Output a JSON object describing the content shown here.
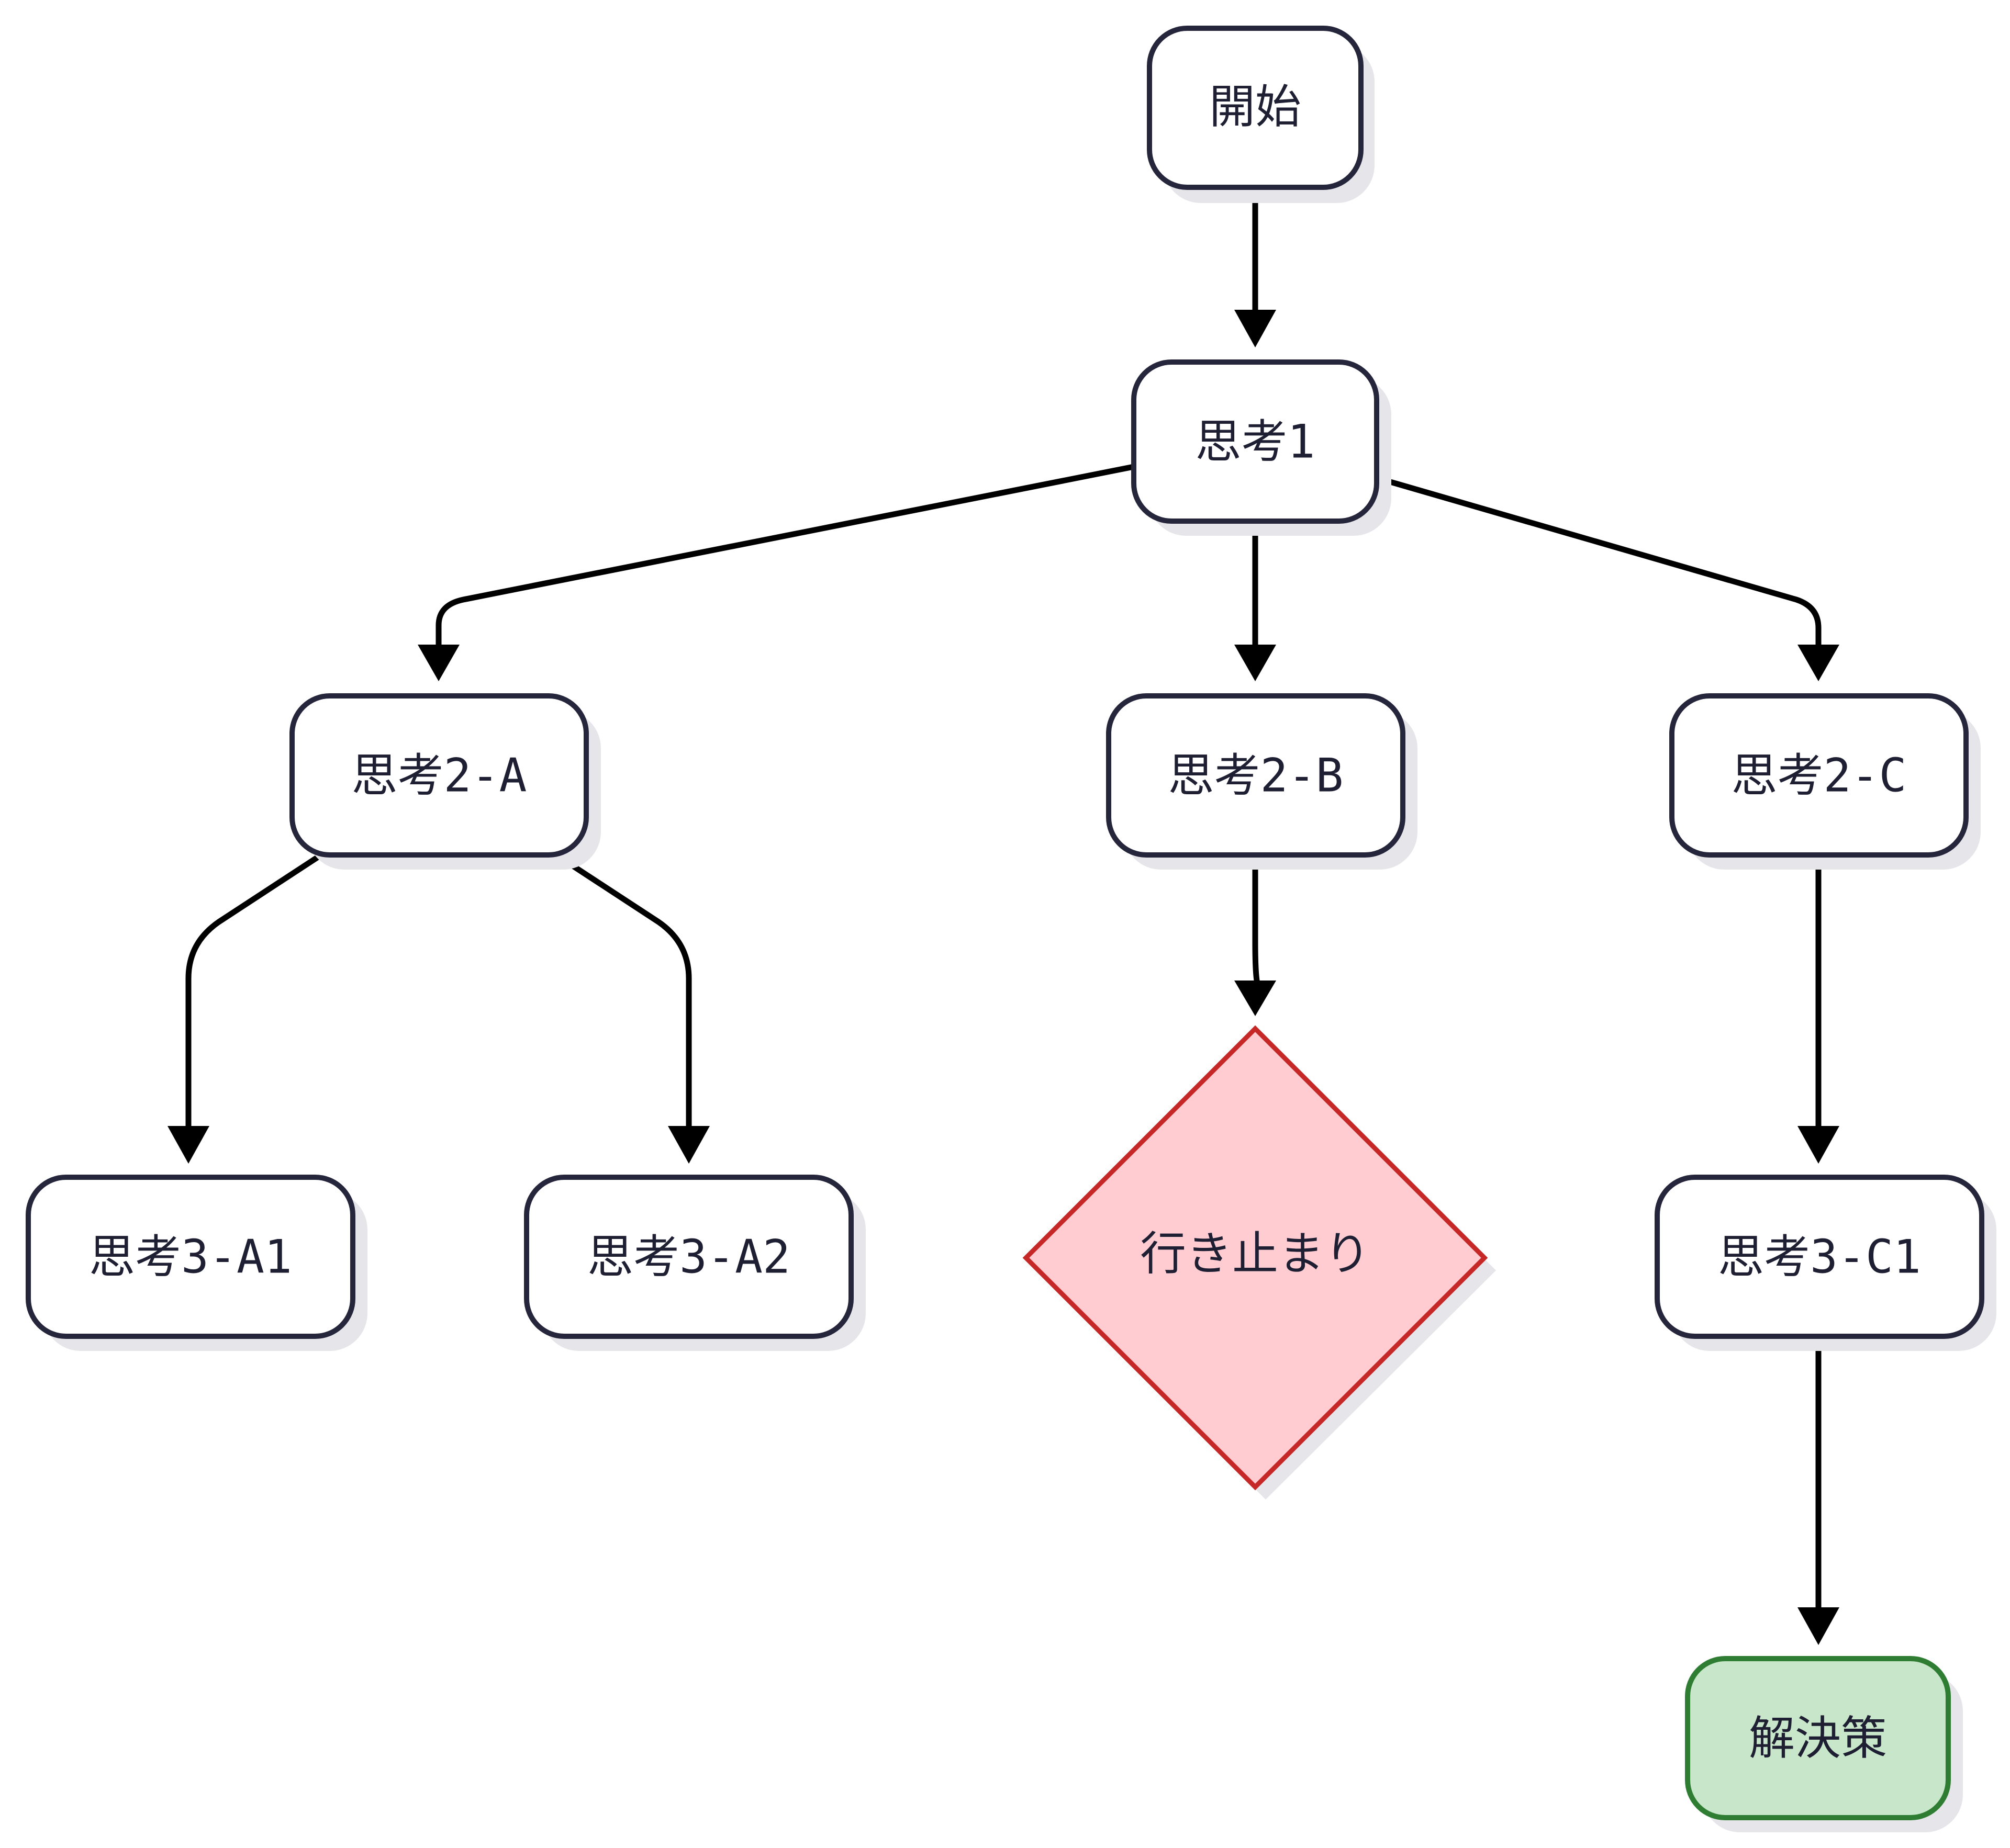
{
  "diagram": {
    "colors": {
      "node_fill": "#ffffff",
      "node_stroke": "#25253b",
      "text": "#1f1f33",
      "edge": "#000000",
      "dead_end_fill": "#ffccd2",
      "dead_end_stroke": "#c62828",
      "solution_fill": "#c8e6c9",
      "solution_stroke": "#2e7d32"
    },
    "nodes": {
      "start": "開始",
      "thought_1": "思考1",
      "thought_2a": "思考2-A",
      "thought_2b": "思考2-B",
      "thought_2c": "思考2-C",
      "thought_3a1": "思考3-A1",
      "thought_3a2": "思考3-A2",
      "dead_end": "行き止まり",
      "thought_3c1": "思考3-C1",
      "solution": "解決策"
    },
    "edges": [
      {
        "from": "start",
        "to": "thought_1"
      },
      {
        "from": "thought_1",
        "to": "thought_2a"
      },
      {
        "from": "thought_1",
        "to": "thought_2b"
      },
      {
        "from": "thought_1",
        "to": "thought_2c"
      },
      {
        "from": "thought_2a",
        "to": "thought_3a1"
      },
      {
        "from": "thought_2a",
        "to": "thought_3a2"
      },
      {
        "from": "thought_2b",
        "to": "dead_end"
      },
      {
        "from": "thought_2c",
        "to": "thought_3c1"
      },
      {
        "from": "thought_3c1",
        "to": "solution"
      }
    ]
  }
}
